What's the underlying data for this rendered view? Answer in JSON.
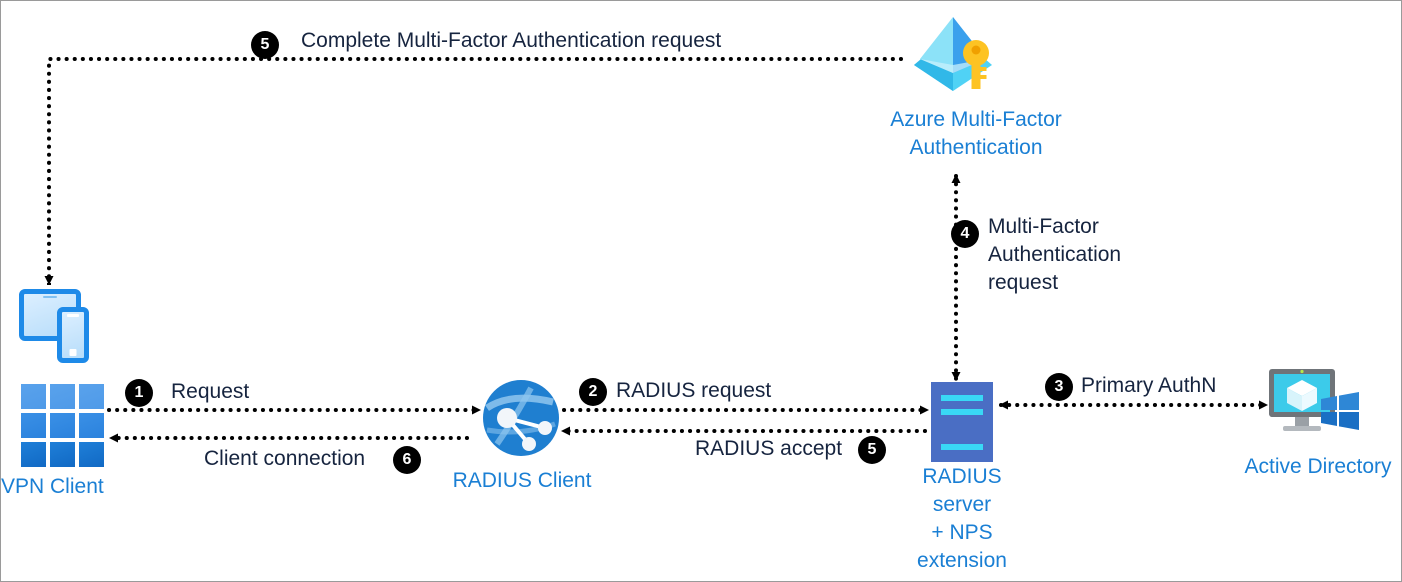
{
  "diagram": {
    "title": "Azure MFA NPS extension RADIUS authentication flow",
    "accent_blue": "#1a7fd4",
    "text_navy": "#16243f",
    "badge_bg": "#000000",
    "border_color": "#9a9a9a"
  },
  "nodes": {
    "client_device": {
      "name": "client-device",
      "label": ""
    },
    "vpn_client": {
      "name": "vpn-client",
      "label": "VPN Client"
    },
    "radius_client": {
      "name": "radius-client",
      "label": "RADIUS Client"
    },
    "radius_server": {
      "name": "radius-server",
      "label": "RADIUS\nserver\n+ NPS\nextension"
    },
    "azure_mfa": {
      "name": "azure-mfa",
      "label": "Azure Multi-Factor\nAuthentication"
    },
    "active_directory": {
      "name": "active-directory",
      "label": "Active Directory"
    }
  },
  "steps": [
    {
      "number": "1",
      "label": "Request",
      "from": "vpn-client",
      "to": "radius-client"
    },
    {
      "number": "2",
      "label": "RADIUS request",
      "from": "radius-client",
      "to": "radius-server"
    },
    {
      "number": "3",
      "label": "Primary AuthN",
      "from": "radius-server",
      "to": "active-directory"
    },
    {
      "number": "4",
      "label": "Multi-Factor\nAuthentication\nrequest",
      "from": "radius-server",
      "to": "azure-mfa"
    },
    {
      "number": "5",
      "label": "Complete Multi-Factor Authentication request",
      "from": "azure-mfa",
      "to": "client-device"
    },
    {
      "number": "5",
      "label": "RADIUS accept",
      "from": "radius-server",
      "to": "radius-client"
    },
    {
      "number": "6",
      "label": "Client connection",
      "from": "radius-client",
      "to": "vpn-client"
    }
  ]
}
